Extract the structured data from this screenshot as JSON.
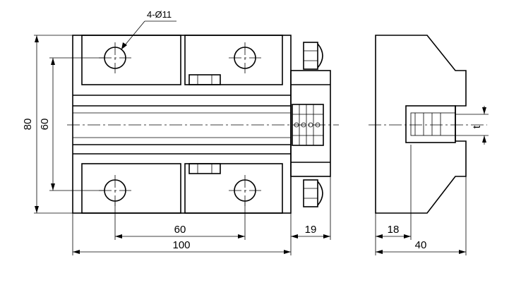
{
  "drawing": {
    "hole_callout": "4-Ø11",
    "dimensions": {
      "overall_height": "80",
      "hole_spacing_vertical": "60",
      "hole_spacing_horizontal": "60",
      "overall_length": "100",
      "connector_length": "19",
      "side_offset": "18",
      "side_width": "40",
      "slot_thickness": "t"
    }
  }
}
